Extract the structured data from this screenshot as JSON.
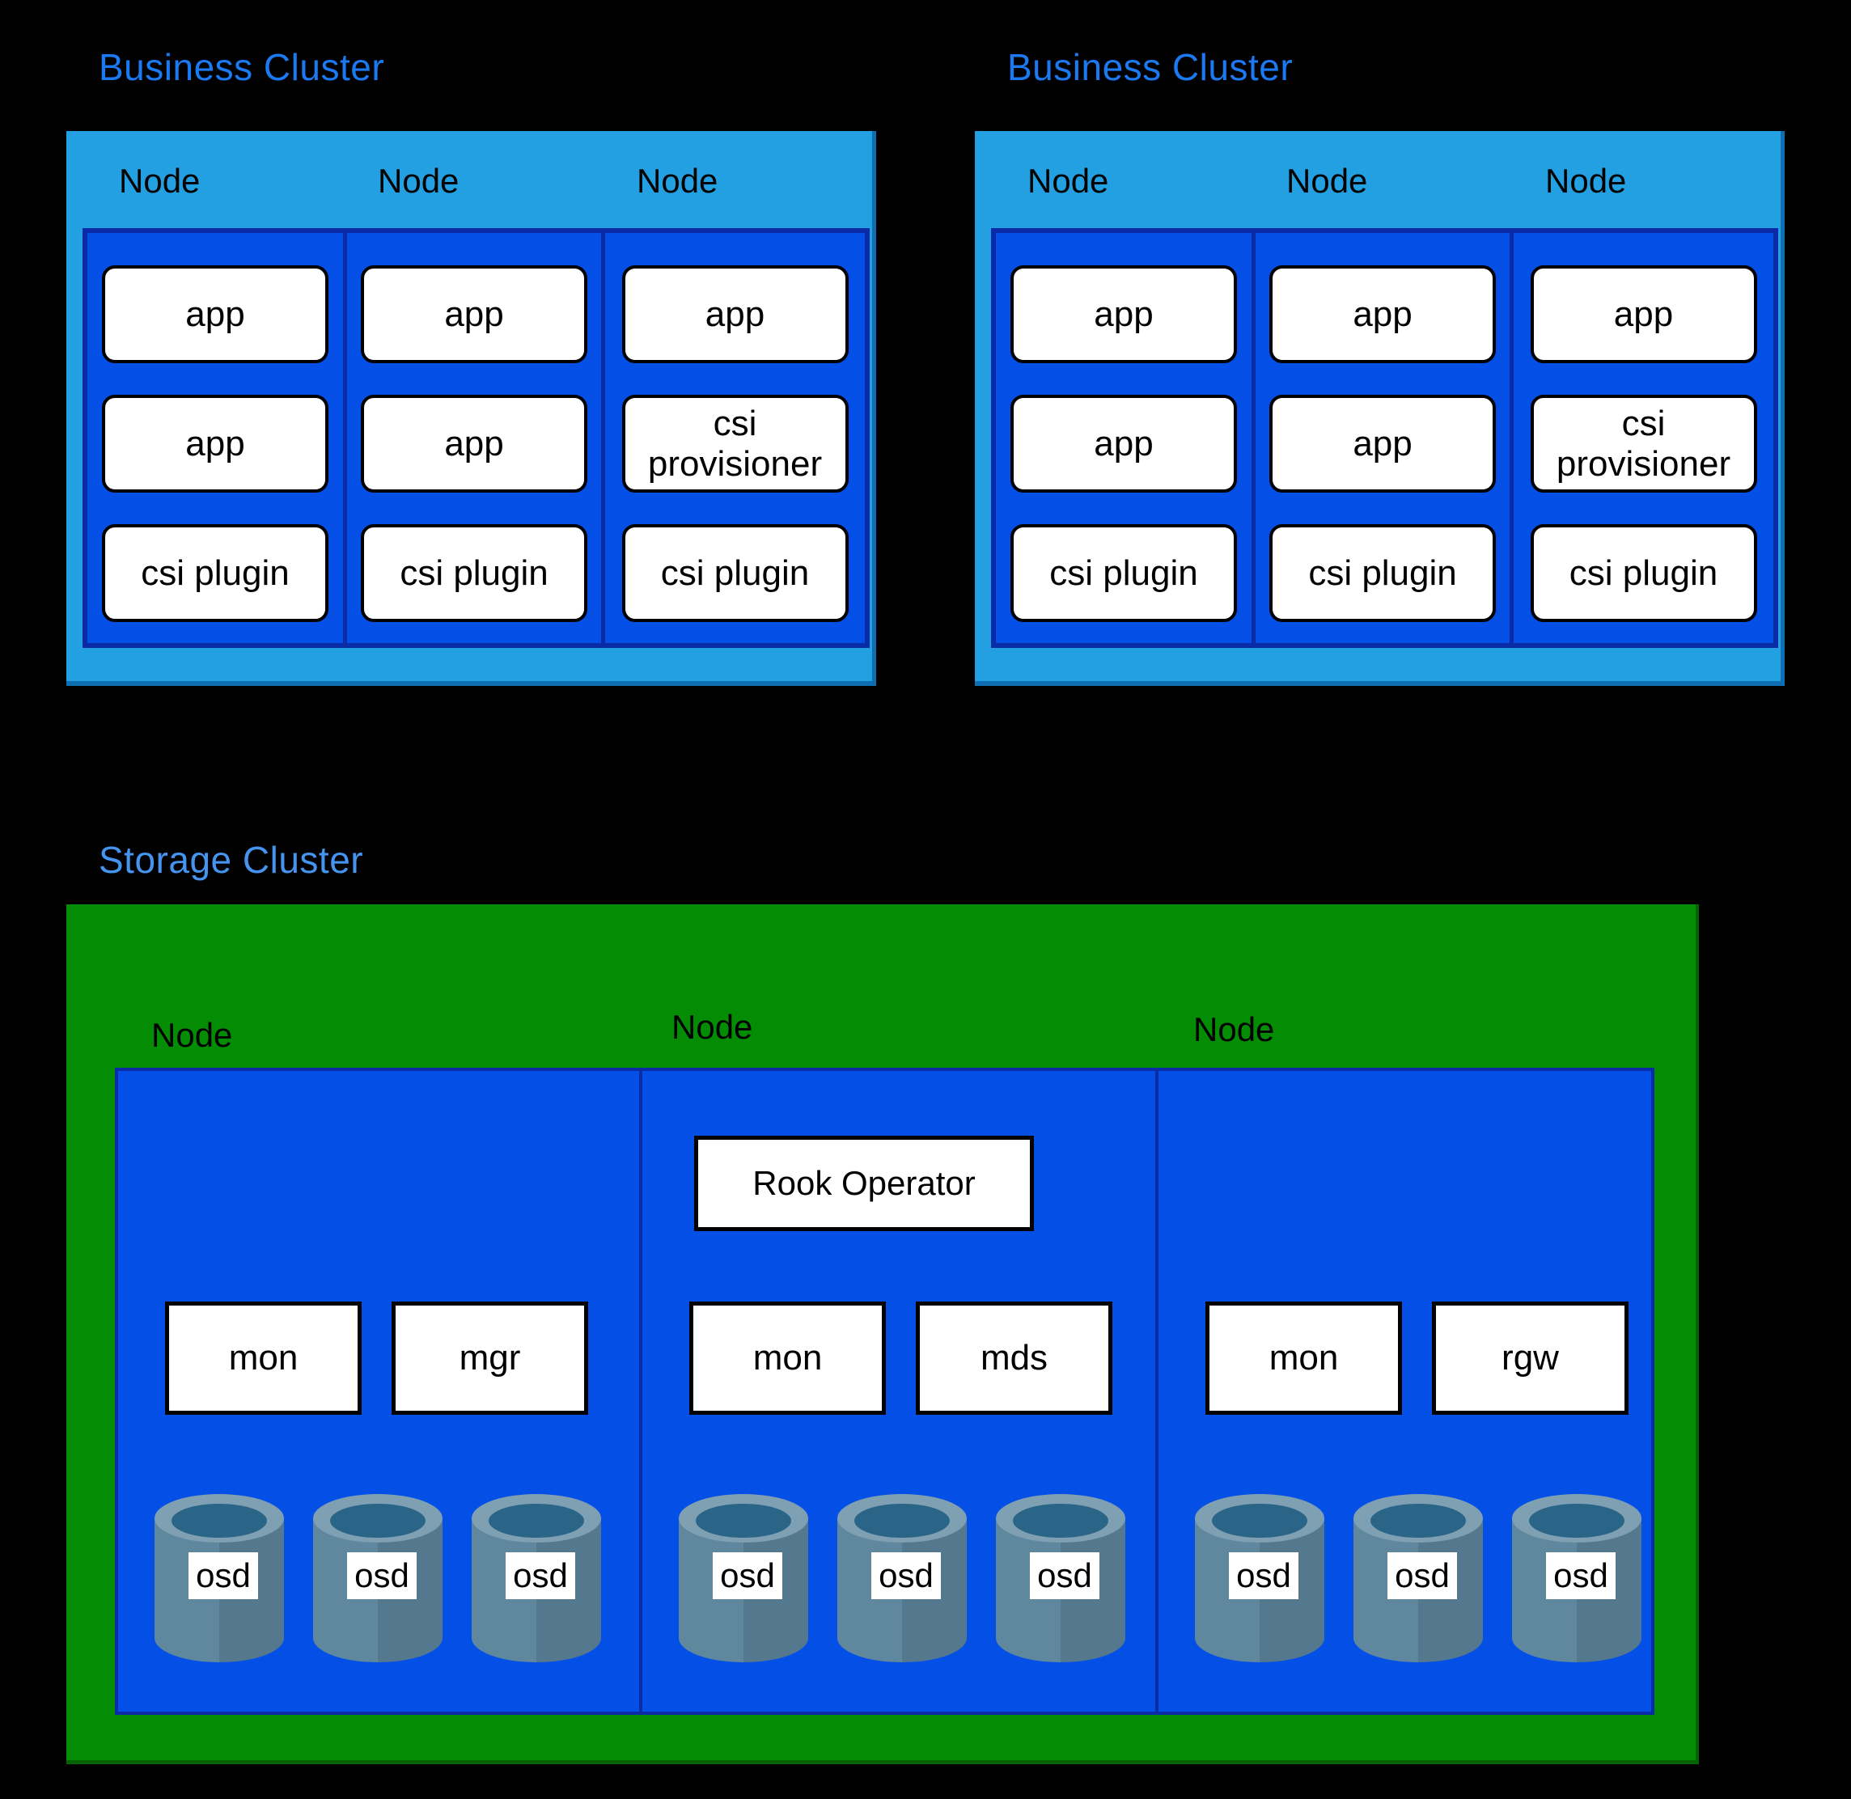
{
  "colors": {
    "background": "#000000",
    "business_title": "#1b79f2",
    "storage_title": "#4594f0",
    "cluster_shell_blue": "#23a0e2",
    "cluster_shell_edge": "#0d6fb2",
    "node_area_blue": "#0450e6",
    "node_area_border_navy": "#0a2aa6",
    "storage_green": "#058c05",
    "storage_green_edge": "#046404",
    "pod_fill": "#ffffff",
    "pod_border": "#000000",
    "cylinder_rim": "#7f9fb3",
    "cylinder_body_left": "#5f889f",
    "cylinder_body_right": "#54798f",
    "cylinder_opening": "#2a6588"
  },
  "business_clusters": [
    {
      "title": "Business Cluster",
      "nodes": [
        {
          "label": "Node",
          "pods": [
            "app",
            "app",
            "csi plugin"
          ]
        },
        {
          "label": "Node",
          "pods": [
            "app",
            "app",
            "csi plugin"
          ]
        },
        {
          "label": "Node",
          "pods": [
            "app",
            "csi provisioner",
            "csi plugin"
          ]
        }
      ]
    },
    {
      "title": "Business Cluster",
      "nodes": [
        {
          "label": "Node",
          "pods": [
            "app",
            "app",
            "csi plugin"
          ]
        },
        {
          "label": "Node",
          "pods": [
            "app",
            "app",
            "csi plugin"
          ]
        },
        {
          "label": "Node",
          "pods": [
            "app",
            "csi provisioner",
            "csi plugin"
          ]
        }
      ]
    }
  ],
  "storage_cluster": {
    "title": "Storage Cluster",
    "nodes": [
      {
        "label": "Node",
        "operator": null,
        "services": [
          "mon",
          "mgr"
        ],
        "osds": [
          "osd",
          "osd",
          "osd"
        ]
      },
      {
        "label": "Node",
        "operator": "Rook Operator",
        "services": [
          "mon",
          "mds"
        ],
        "osds": [
          "osd",
          "osd",
          "osd"
        ]
      },
      {
        "label": "Node",
        "operator": null,
        "services": [
          "mon",
          "rgw"
        ],
        "osds": [
          "osd",
          "osd",
          "osd"
        ]
      }
    ]
  }
}
